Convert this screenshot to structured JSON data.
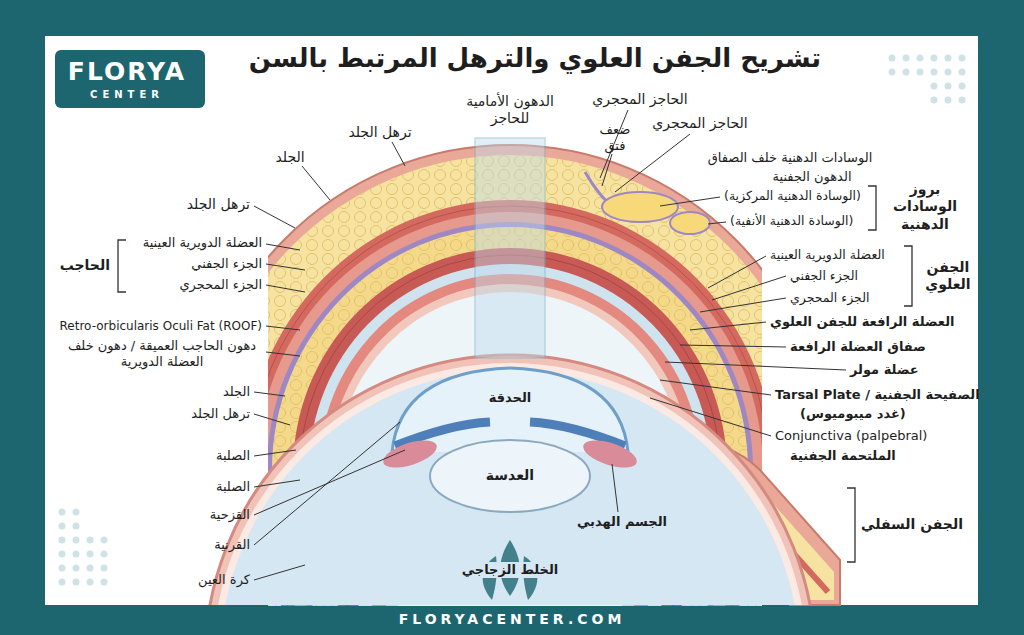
{
  "diagram": {
    "title": "تشريح الجفن العلوي والترهل المرتبط بالسن",
    "labels": [
      "FLORYA",
      "CENTER",
      "الدهون الأمامية للحاجز",
      "الحاجز المحجري",
      "الحاجز المحجري",
      "ضعف فتق",
      "ترهل الجلد",
      "الجلد",
      "الوسادات الدهنية خلف الصفاق",
      "الدهون الجفنية",
      "ترهل الجلد",
      "بروز الوسادات الدهنية",
      "(الوسادة الدهنية المركزية)",
      "(الوسادة الدهنية الأنفية)",
      "العضلة الدويرية العينية",
      "الحاجب",
      "الجزء الجفني",
      "الجزء المحجري",
      "الجفن العلوي",
      "العضلة الدويرية العينية",
      "الجزء الجفني",
      "الجزء المحجري",
      "العضلة الرافعة للجفن العلوي",
      "صفاق العضلة الرافعة",
      "عضلة مولر",
      "الصفيحة الجفنية / Tarsal Plate",
      "(غدد ميبوميوس)",
      "Conjunctiva (palpebral)",
      "الملتحمة الجفنية",
      "الجفن السفلي",
      "Retro-orbicularis Oculi Fat (ROOF)",
      "دهون الحاجب العميقة / دهون خلف العضلة الدويرية",
      "الجلد",
      "ترهل الجلد",
      "الصلبة",
      "الصلبة",
      "القزحية",
      "القرنية",
      "كرة العين",
      "الحدقة",
      "العدسة",
      "الجسم الهدبي",
      "الخلط الزجاجي",
      "FLORYACENTER.COM"
    ]
  }
}
